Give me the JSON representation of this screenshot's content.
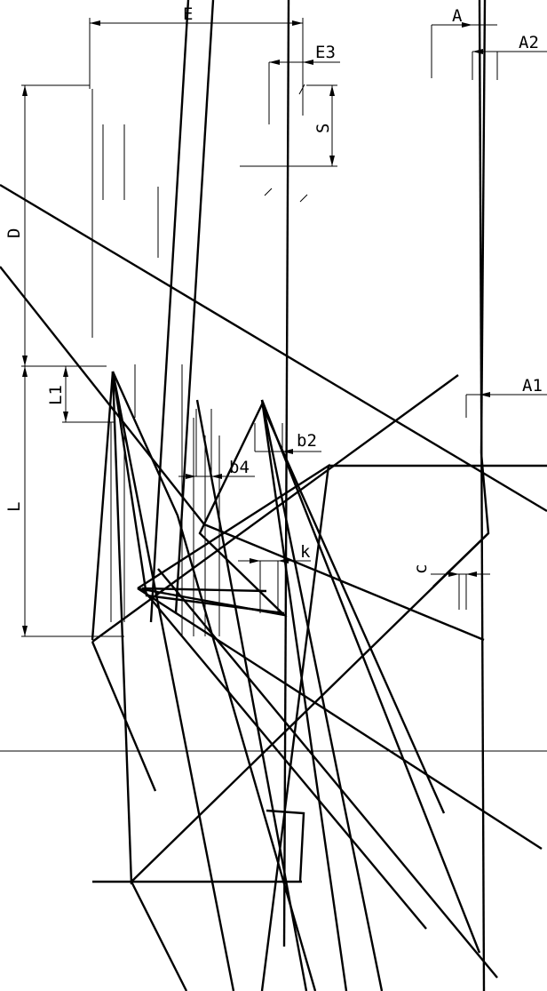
{
  "title": "",
  "dimensions": {
    "E": "E",
    "E3": "E3",
    "A": "A",
    "A2": "A2",
    "A1": "A1",
    "D": "D",
    "S": "S",
    "L1": "L1",
    "L": "L",
    "b2": "b2",
    "b4": "b4",
    "k": "k",
    "c": "c"
  },
  "colors": {
    "ink": "#000000",
    "paper": "#ffffff"
  }
}
